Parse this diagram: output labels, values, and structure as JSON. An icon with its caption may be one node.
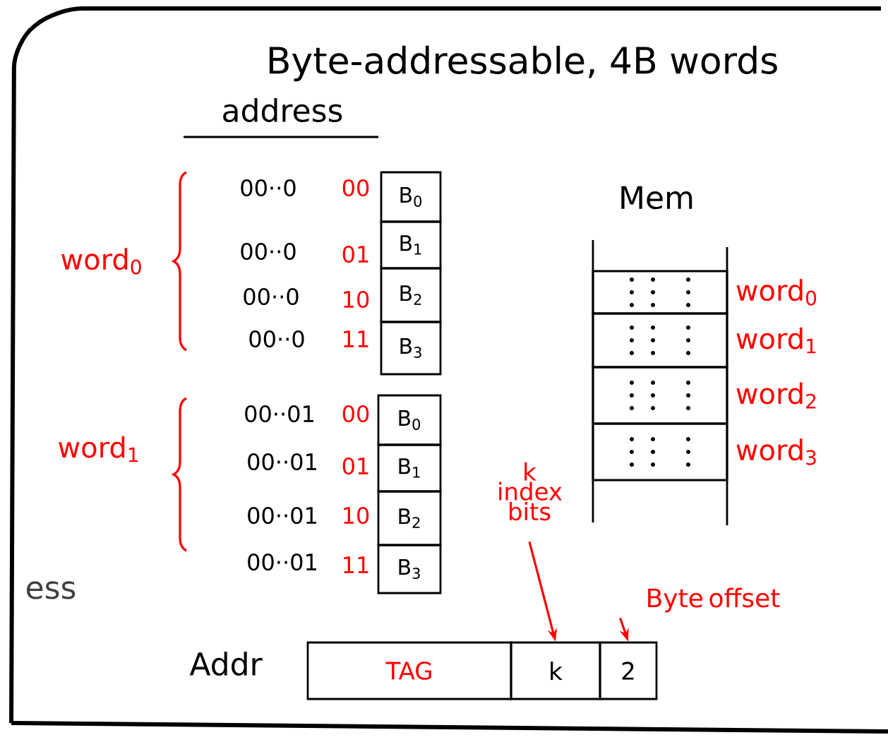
{
  "diagram": {
    "title": "Byte-addressable, 4B words",
    "nodes": [
      {
        "text": [
          "B$_{0}$"
        ]
      },
      {
        "text": [
          "B$_{1}$"
        ]
      },
      {
        "text": [
          "B$_{2}$"
        ]
      },
      {
        "text": [
          "B$_{3}$"
        ]
      },
      {
        "text": [
          "B$_{0}$"
        ]
      },
      {
        "text": [
          "B$_{1}$"
        ]
      },
      {
        "text": [
          "B$_{2}$"
        ]
      },
      {
        "text": [
          "B$_{3}$"
        ]
      },
      {
        "text": [],
        "shape": "box",
        "beside": [
          "word$_{0}$"
        ]
      },
      {
        "text": [],
        "shape": "box",
        "beside": [
          "word$_{1}$"
        ]
      },
      {
        "text": [],
        "shape": "box",
        "beside": [
          "word$_{2}$"
        ]
      },
      {
        "text": [],
        "shape": "box",
        "beside": [
          "word$_{3}$"
        ]
      },
      {
        "text": [
          "k index bits"
        ]
      },
      {
        "text": [
          "Byte offset"
        ]
      },
      {
        "text": [
          "TAG"
        ]
      },
      {
        "text": [
          "k"
        ]
      },
      {
        "text": [
          "2"
        ]
      }
    ],
    "edges": [
      {
        "from": 12,
        "to": 15,
        "arrow": "to"
      },
      {
        "from": 13,
        "to": 16,
        "arrow": "to"
      }
    ],
    "labels": [
      "address",
      "Mem",
      "word$_{0}$",
      "00··0",
      "00",
      "00··0",
      "01",
      "00··0",
      "10",
      "00··0",
      "11",
      "word$_{1}$",
      "00··01",
      "00",
      "00··01",
      "01",
      "00··01",
      "10",
      "00··01",
      "11",
      "Addr",
      "ess"
    ]
  }
}
